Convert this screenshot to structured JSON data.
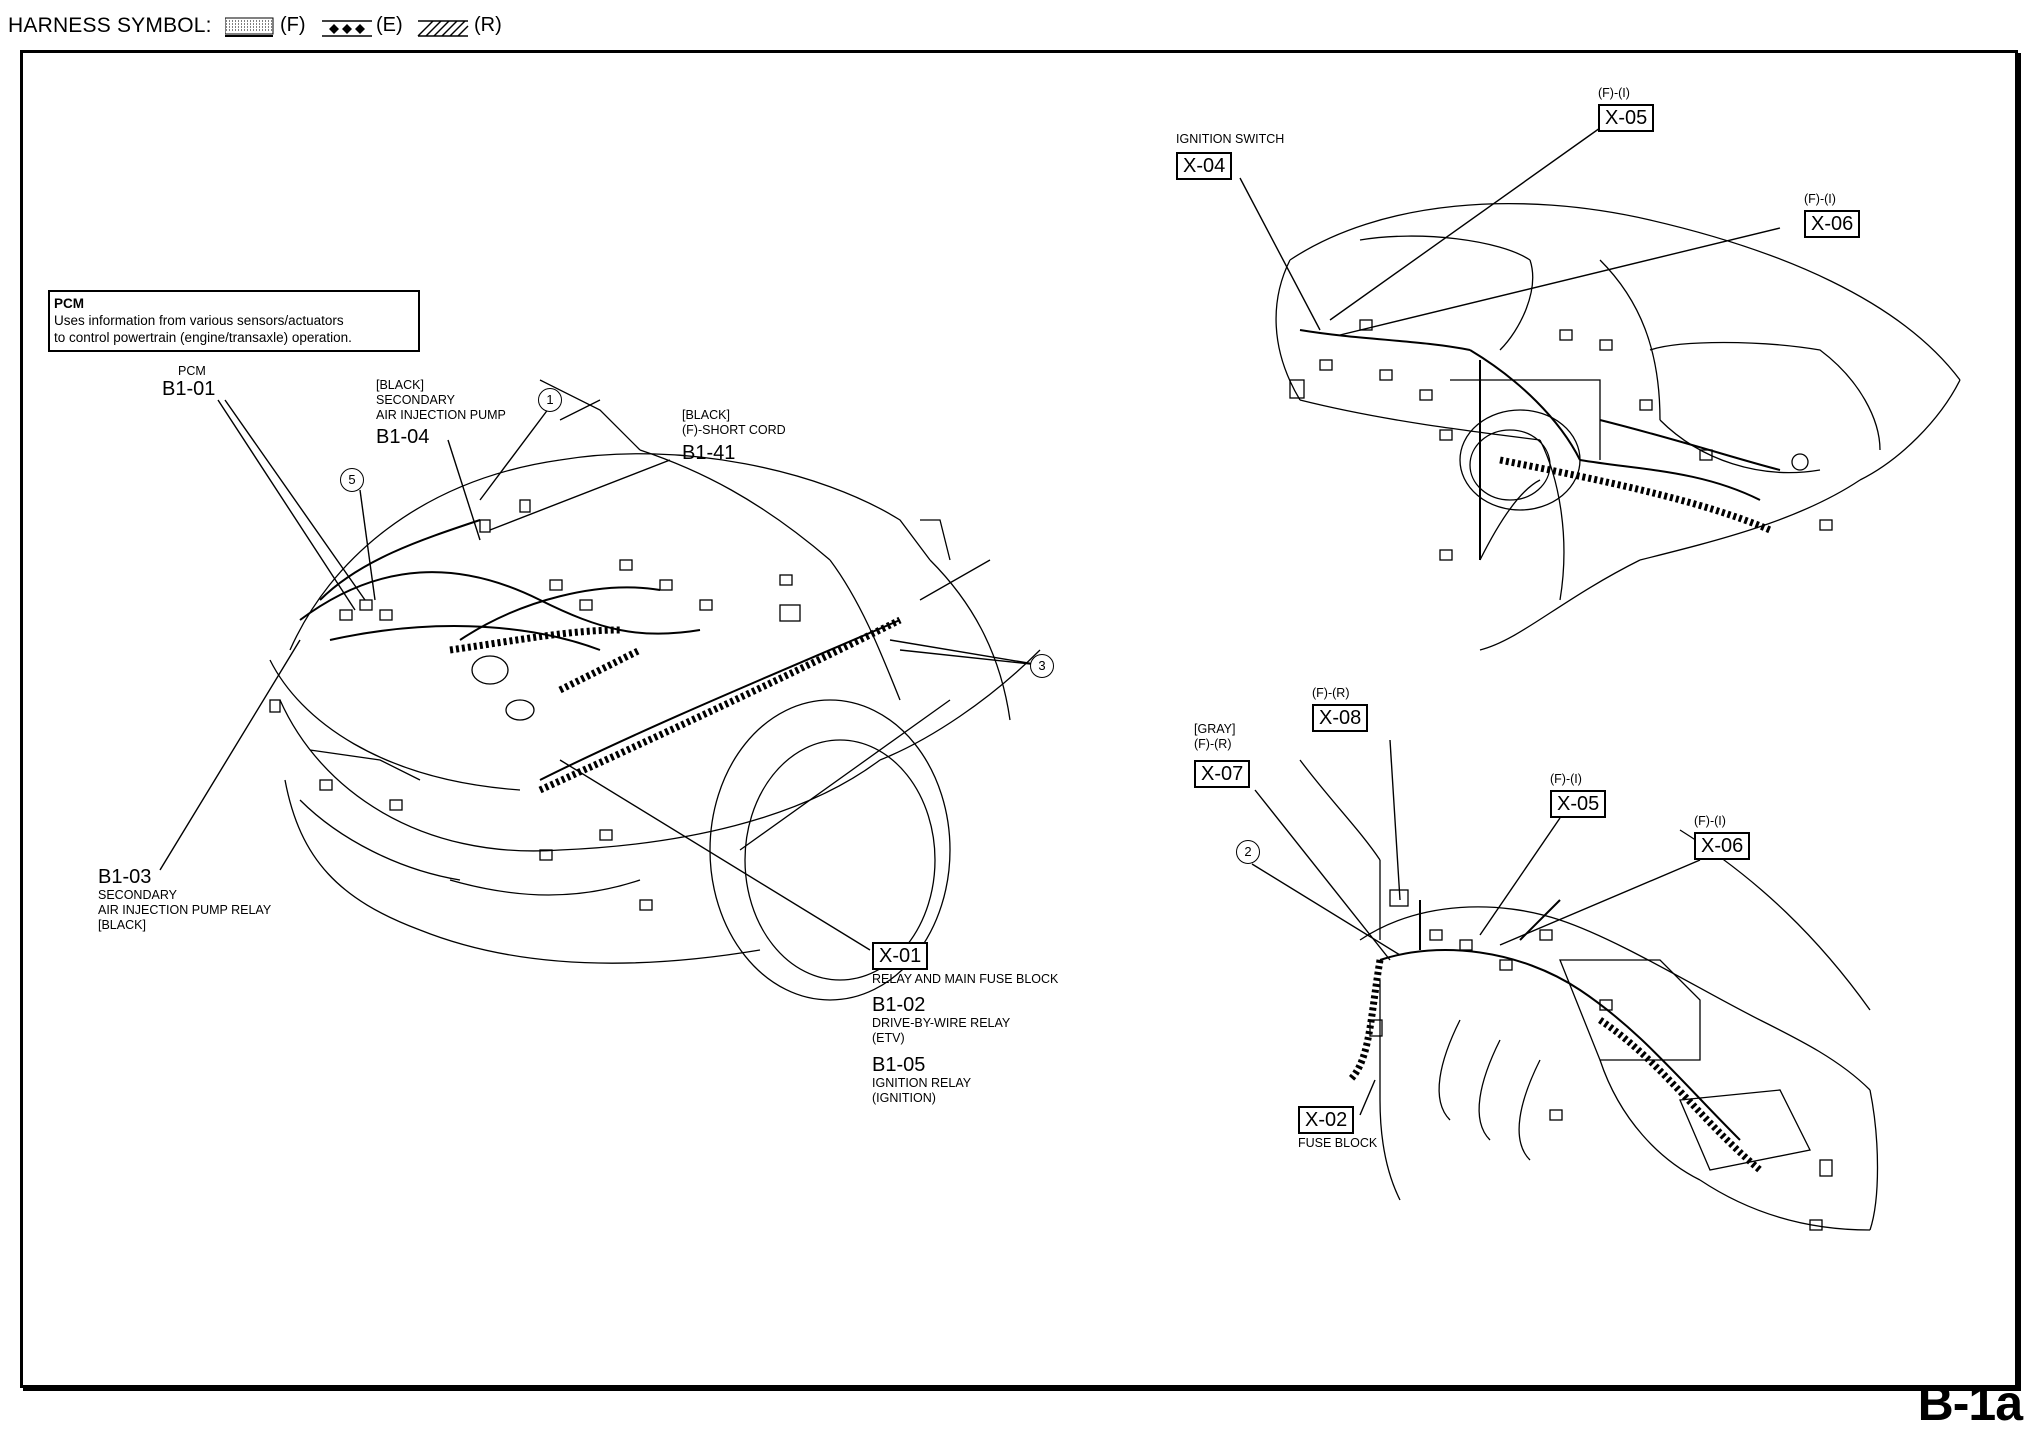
{
  "header": {
    "title": "HARNESS SYMBOL:",
    "symbols": [
      {
        "label": "(F)",
        "pattern": "dotted"
      },
      {
        "label": "(E)",
        "pattern": "diamond"
      },
      {
        "label": "(R)",
        "pattern": "hatched"
      }
    ]
  },
  "pcm_note": {
    "title": "PCM",
    "line1": "Uses information from various sensors/actuators",
    "line2": "to control powertrain (engine/transaxle) operation."
  },
  "engine_bay": {
    "b1_01": {
      "caption": "PCM",
      "code": "B1-01"
    },
    "b1_04": {
      "line1": "[BLACK]",
      "line2": "SECONDARY",
      "line3": "AIR INJECTION PUMP",
      "code": "B1-04"
    },
    "b1_41": {
      "line1": "[BLACK]",
      "line2": "(F)-SHORT CORD",
      "code": "B1-41"
    },
    "b1_03": {
      "code": "B1-03",
      "line1": "SECONDARY",
      "line2": "AIR INJECTION PUMP RELAY",
      "line3": "[BLACK]"
    },
    "x_01": {
      "code": "X-01",
      "caption": "RELAY AND MAIN FUSE BLOCK"
    },
    "b1_02": {
      "code": "B1-02",
      "line1": "DRIVE-BY-WIRE RELAY",
      "line2": "(ETV)"
    },
    "b1_05": {
      "code": "B1-05",
      "line1": "IGNITION RELAY",
      "line2": "(IGNITION)"
    },
    "callouts": [
      "1",
      "5",
      "3"
    ]
  },
  "dash_upper": {
    "x_04": {
      "caption": "IGNITION SWITCH",
      "code": "X-04"
    },
    "x_05": {
      "caption": "(F)-(I)",
      "code": "X-05"
    },
    "x_06": {
      "caption": "(F)-(I)",
      "code": "X-06"
    }
  },
  "dash_lower": {
    "x_08": {
      "caption": "(F)-(R)",
      "code": "X-08"
    },
    "x_07": {
      "line1": "[GRAY]",
      "line2": "(F)-(R)",
      "code": "X-07"
    },
    "x_05": {
      "caption": "(F)-(I)",
      "code": "X-05"
    },
    "x_06": {
      "caption": "(F)-(I)",
      "code": "X-06"
    },
    "x_02": {
      "code": "X-02",
      "caption": "FUSE BLOCK"
    },
    "callouts": [
      "2"
    ]
  },
  "page_code": "B-1a"
}
